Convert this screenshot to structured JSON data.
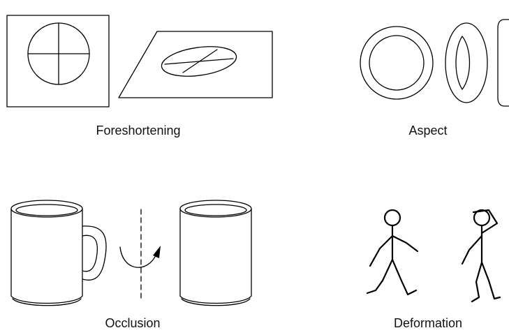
{
  "captions": {
    "foreshortening": "Foreshortening",
    "aspect": "Aspect",
    "occlusion": "Occlusion",
    "deformation": "Deformation"
  },
  "colors": {
    "ink": "#000000",
    "background": "#ffffff"
  }
}
